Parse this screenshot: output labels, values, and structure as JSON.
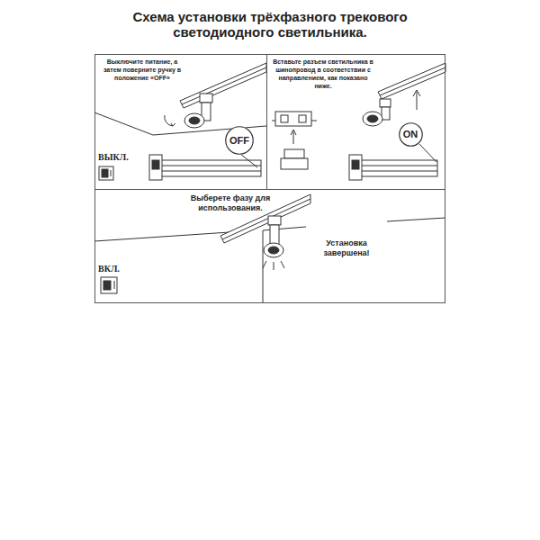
{
  "diagram": {
    "title": "Схема установки трёхфазного трекового светодиодного светильника.",
    "nodes": [
      {
        "text": [
          "Выключите питание, а затем поверните ручку в положение «OFF»",
          "ВЫКЛ."
        ]
      },
      {
        "text": [
          "OFF"
        ],
        "in": 0
      },
      {
        "text": [
          "Вставьте разъем светильника в шинопровод в соответствии с направлением, как показано ниже."
        ]
      },
      {
        "text": [
          "ON"
        ],
        "in": 2
      },
      {
        "text": [
          "Выберете фазу для использования.",
          "ВКЛ.",
          "Установка завершена!"
        ]
      }
    ]
  }
}
